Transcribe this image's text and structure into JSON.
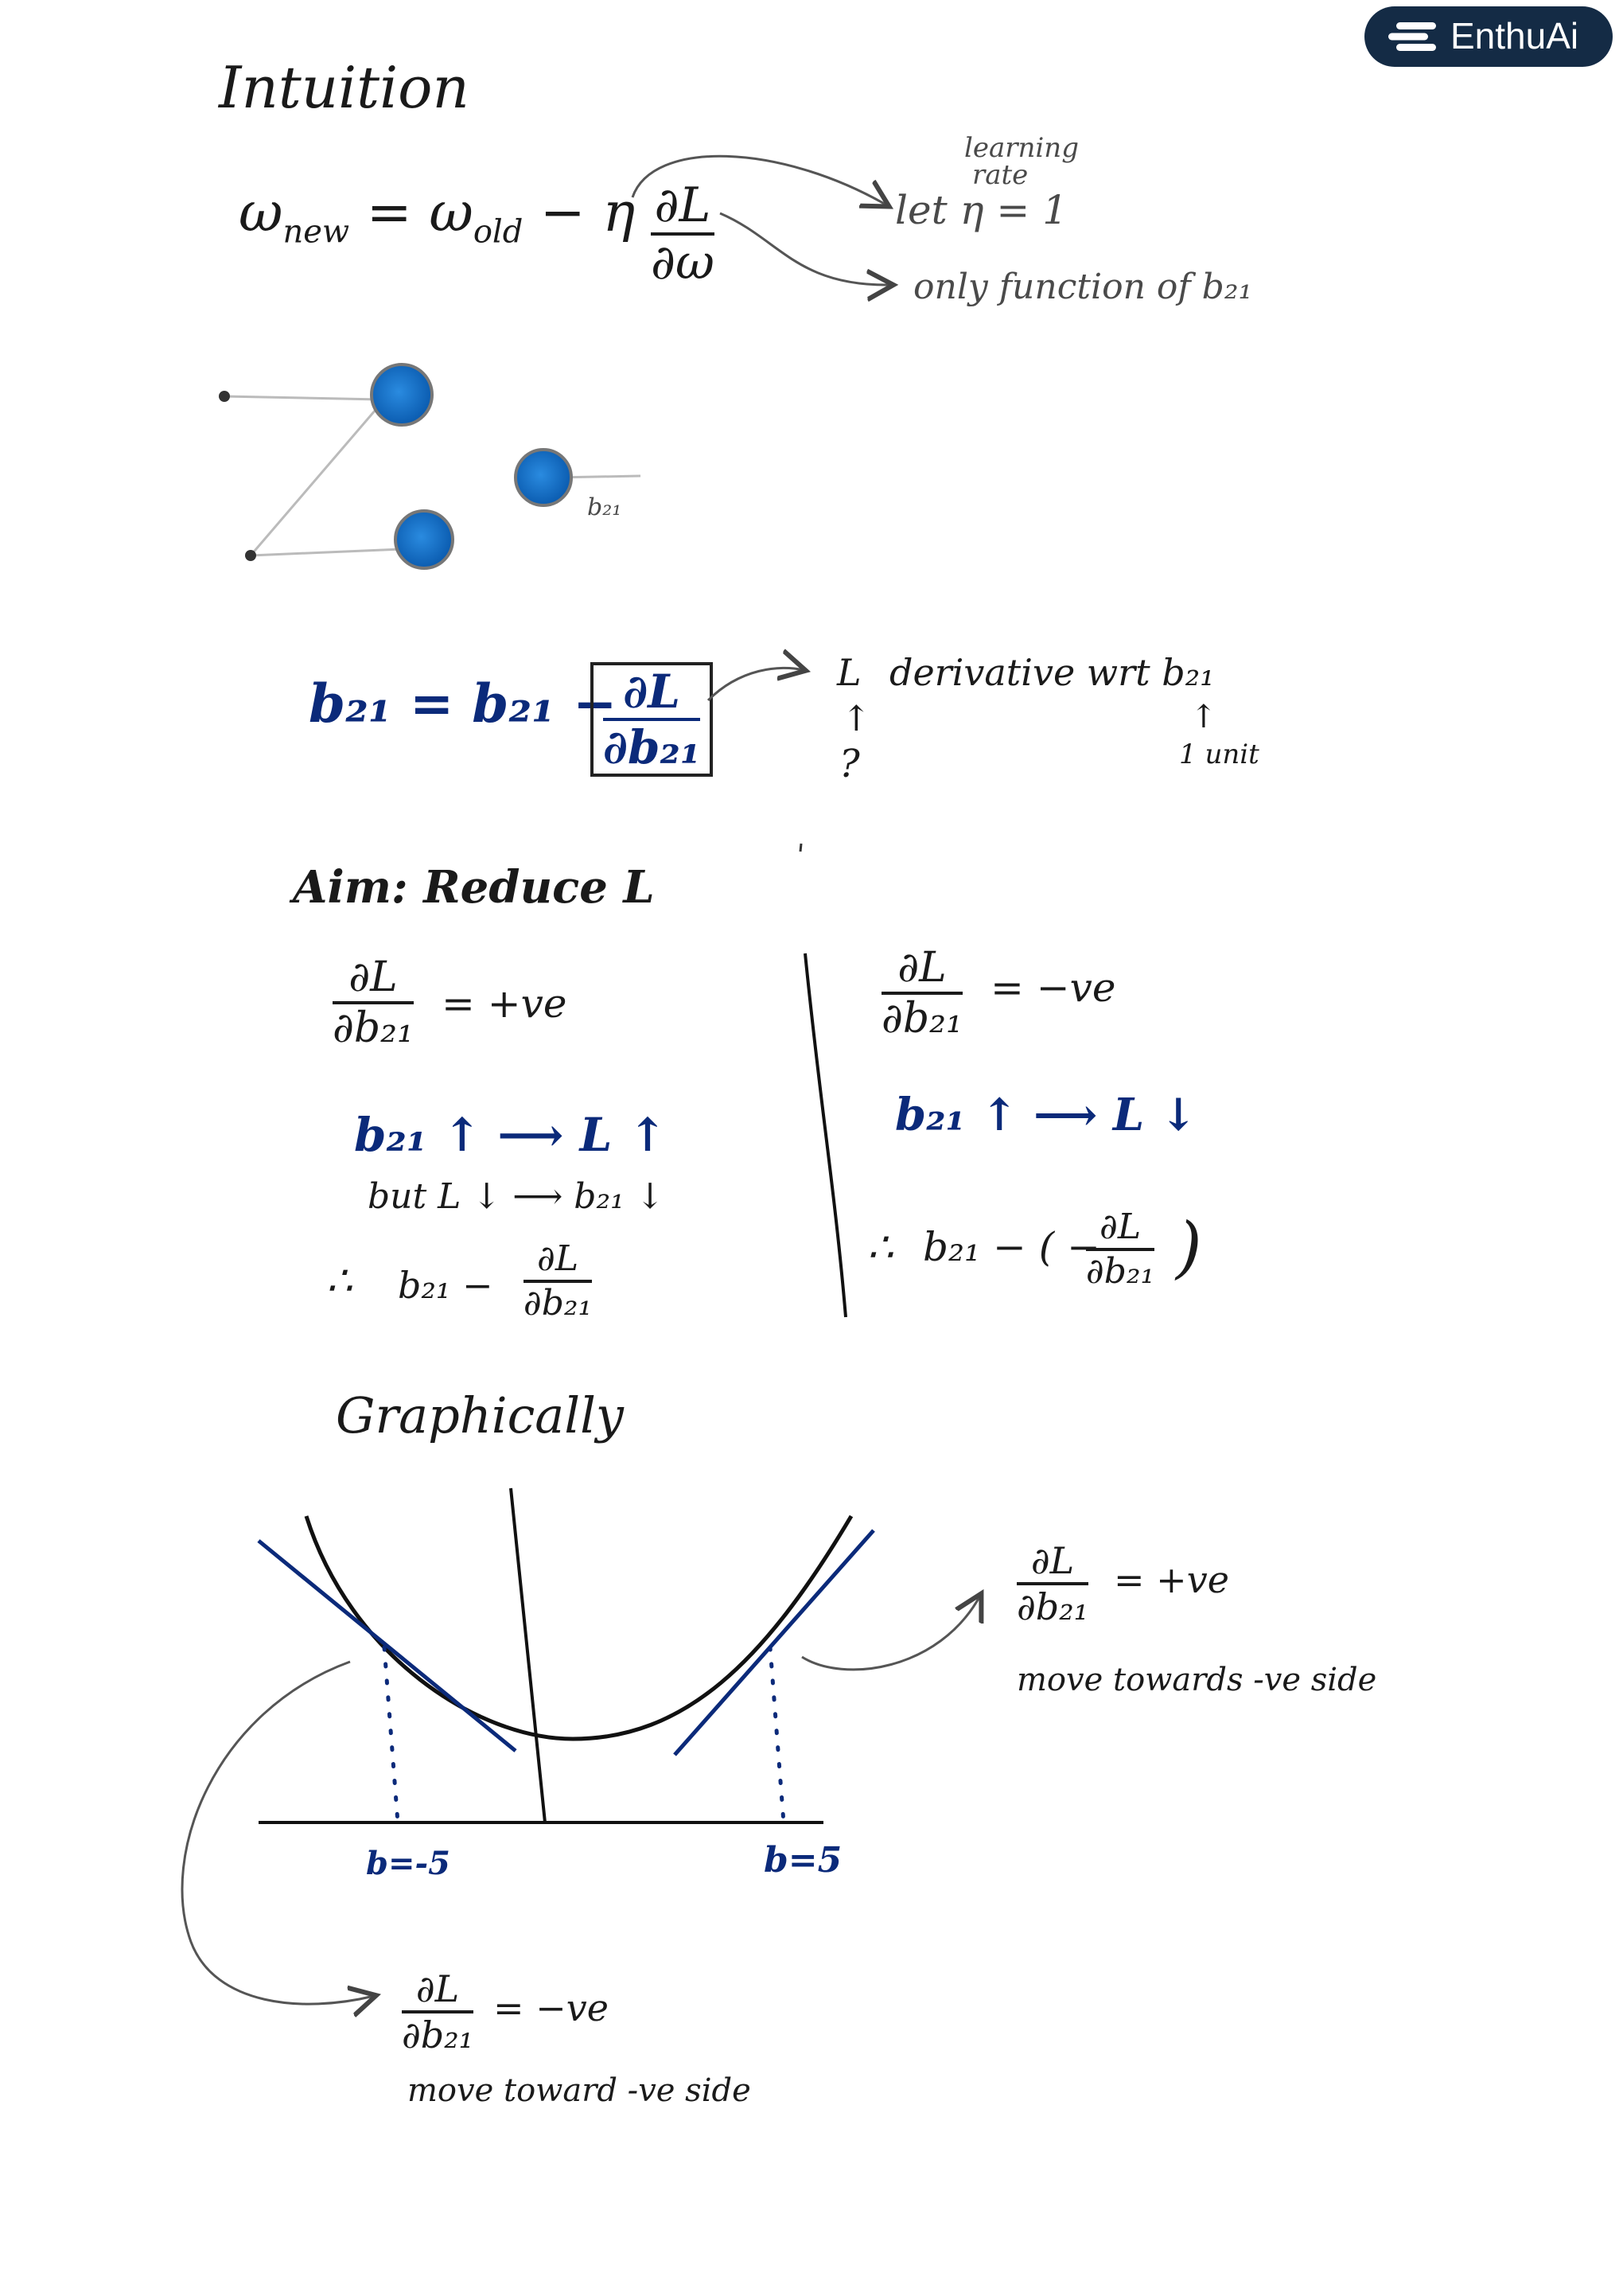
{
  "brand": {
    "name": "EnthuAi",
    "icon": "enthuai-logo-icon"
  },
  "intuition": {
    "title": "Intuition",
    "formula_lhs": "ω",
    "formula_lhs_sub": "new",
    "formula_eq": "=",
    "formula_old": "ω",
    "formula_old_sub": "old",
    "formula_minus_eta": "− η",
    "frac_num": "∂L",
    "frac_den": "∂ω",
    "learning_rate_label_1": "learning",
    "learning_rate_label_2": "rate",
    "let_eta": "let  η = 1",
    "only_function": "only  function  of  b₂₁"
  },
  "network": {
    "node_label": "b₂₁"
  },
  "update_rule": {
    "lhs": "b₂₁ = b₂₁ −",
    "frac_num": "∂L",
    "frac_den": "∂b₂₁",
    "note_L": "L",
    "note_derivative": "derivative  wrt  b₂₁",
    "up_arrow": "↑",
    "question": "?",
    "one_unit": "1 unit"
  },
  "aim": {
    "title": "Aim: Reduce  L",
    "left": {
      "frac_num": "∂L",
      "frac_den": "∂b₂₁",
      "sign": "= +ve",
      "line1": "b₂₁ ↑ ⟶ L ↑",
      "line2": "but   L ↓ ⟶ b₂₁ ↓",
      "therefore": "∴",
      "line3_lhs": "b₂₁ −",
      "line3_num": "∂L",
      "line3_den": "∂b₂₁"
    },
    "right": {
      "frac_num": "∂L",
      "frac_den": "∂b₂₁",
      "sign": "= −ve",
      "line1": "b₂₁ ↑ ⟶ L ↓",
      "therefore": "∴",
      "line3_lhs": "b₂₁ − ( −",
      "line3_num": "∂L",
      "line3_den": "∂b₂₁",
      "line3_close": ")"
    }
  },
  "graph": {
    "title": "Graphically",
    "tick_left": "b=-5",
    "tick_right": "b=5",
    "right_note_num": "∂L",
    "right_note_den": "∂b₂₁",
    "right_note_sign": "= +ve",
    "right_note_text": "move  towards  -ve  side",
    "left_note_num": "∂L",
    "left_note_den": "∂b₂₁",
    "left_note_sign": "= −ve",
    "left_note_text": "move  toward  -ve  side"
  }
}
